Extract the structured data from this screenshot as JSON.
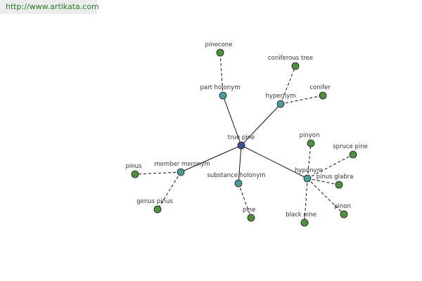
{
  "site_url": "http://www.artikata.com",
  "graph": {
    "nodes": [
      {
        "id": "center",
        "label": "true pine",
        "kind": "center"
      },
      {
        "id": "part",
        "label": "part holonym",
        "kind": "relation"
      },
      {
        "id": "hyper",
        "label": "hypernym",
        "kind": "relation"
      },
      {
        "id": "member",
        "label": "member meronym",
        "kind": "relation"
      },
      {
        "id": "subst",
        "label": "substance holonym",
        "kind": "relation"
      },
      {
        "id": "hypo",
        "label": "hyponym",
        "kind": "relation"
      },
      {
        "id": "pinecone",
        "label": "pinecone",
        "kind": "term"
      },
      {
        "id": "conif_tree",
        "label": "coniferous tree",
        "kind": "term"
      },
      {
        "id": "conifer",
        "label": "conifer",
        "kind": "term"
      },
      {
        "id": "pinus",
        "label": "pinus",
        "kind": "term"
      },
      {
        "id": "genus",
        "label": "genus pinus",
        "kind": "term"
      },
      {
        "id": "pine",
        "label": "pine",
        "kind": "term"
      },
      {
        "id": "pinyon",
        "label": "pinyon",
        "kind": "term"
      },
      {
        "id": "spruce",
        "label": "spruce pine",
        "kind": "term"
      },
      {
        "id": "glabra",
        "label": "pinus glabra",
        "kind": "term"
      },
      {
        "id": "pinon",
        "label": "pinon",
        "kind": "term"
      },
      {
        "id": "black",
        "label": "black pine",
        "kind": "term"
      }
    ],
    "edges": [
      {
        "from": "center",
        "to": "part",
        "style": "solid"
      },
      {
        "from": "center",
        "to": "hyper",
        "style": "solid"
      },
      {
        "from": "center",
        "to": "member",
        "style": "solid"
      },
      {
        "from": "center",
        "to": "subst",
        "style": "solid"
      },
      {
        "from": "center",
        "to": "hypo",
        "style": "solid"
      },
      {
        "from": "part",
        "to": "pinecone",
        "style": "dashed"
      },
      {
        "from": "hyper",
        "to": "conif_tree",
        "style": "dashed"
      },
      {
        "from": "hyper",
        "to": "conifer",
        "style": "dashed"
      },
      {
        "from": "member",
        "to": "pinus",
        "style": "dashed"
      },
      {
        "from": "member",
        "to": "genus",
        "style": "dashed"
      },
      {
        "from": "subst",
        "to": "pine",
        "style": "dashed"
      },
      {
        "from": "hypo",
        "to": "pinyon",
        "style": "dashed"
      },
      {
        "from": "hypo",
        "to": "spruce",
        "style": "dashed"
      },
      {
        "from": "hypo",
        "to": "glabra",
        "style": "dashed"
      },
      {
        "from": "hypo",
        "to": "pinon",
        "style": "dashed"
      },
      {
        "from": "hypo",
        "to": "black",
        "style": "dashed"
      }
    ]
  },
  "colors": {
    "center": "#3f4f8f",
    "relation": "#4c9a9a",
    "term": "#4f8f3f",
    "edge": "#111111",
    "label": "#333333",
    "url": "#2a7a2a"
  }
}
